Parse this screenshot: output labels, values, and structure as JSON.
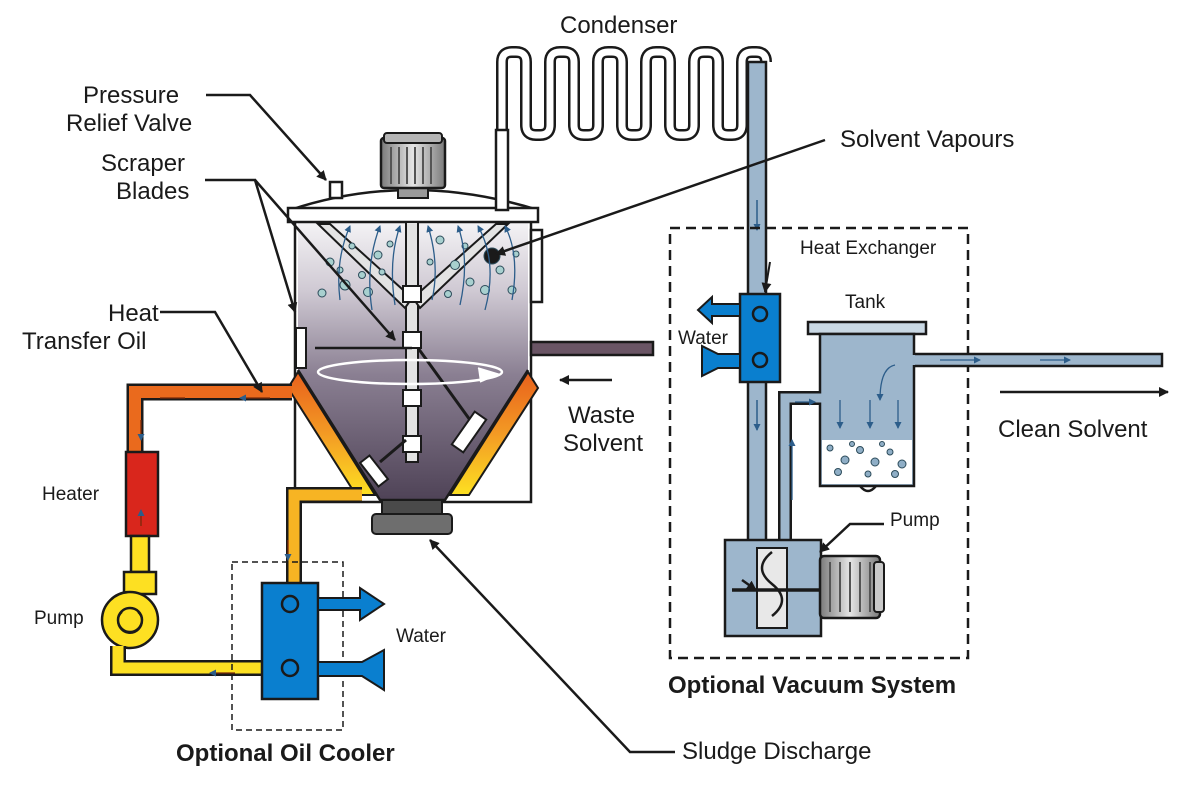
{
  "labels": {
    "condenser": "Condenser",
    "pressure_relief_valve_line1": "Pressure",
    "pressure_relief_valve_line2": "Relief Valve",
    "scraper_blades_line1": "Scraper",
    "scraper_blades_line2": "Blades",
    "solvent_vapours": "Solvent Vapours",
    "heat_exchanger": "Heat Exchanger",
    "tank": "Tank",
    "water_vacuum": "Water",
    "heat_transfer_oil_line1": "Heat",
    "heat_transfer_oil_line2": "Transfer Oil",
    "waste_solvent_line1": "Waste",
    "waste_solvent_line2": "Solvent",
    "clean_solvent": "Clean Solvent",
    "heater": "Heater",
    "pump_oil": "Pump",
    "pump_vacuum": "Pump",
    "water_cooler": "Water",
    "optional_vacuum_system": "Optional Vacuum System",
    "optional_oil_cooler": "Optional Oil Cooler",
    "sludge_discharge": "Sludge Discharge"
  },
  "colors": {
    "outline": "#1a1a1a",
    "vessel_light": "#f2f1f3",
    "vessel_dark": "#5b4e63",
    "oil_hot": "#e8601c",
    "oil_warm": "#f7b423",
    "oil_cool": "#fff200",
    "heater_red": "#d9261c",
    "water_blue": "#0a7fcf",
    "vacuum_pipe": "#9db6cc",
    "tank_fill": "#8faec6",
    "motor_gray": "#9a9a9a",
    "waste_pipe": "#6a5565"
  },
  "icons": [
    "condenser-coil",
    "motor-icon",
    "pump-icon",
    "heater-icon",
    "heat-exchanger-icon",
    "water-arrow-icon",
    "flow-arrow-icon"
  ]
}
